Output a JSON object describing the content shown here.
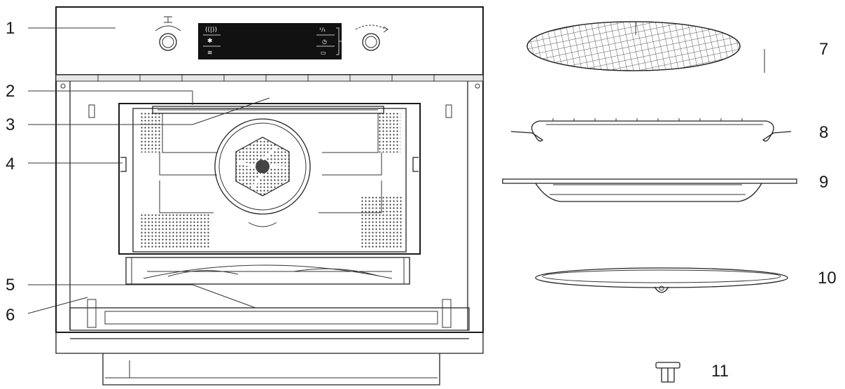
{
  "diagram": {
    "control_panel": {
      "display": {
        "left_symbols": [
          "((|))",
          "✱",
          "≋"
        ],
        "right_symbols": [
          "¹/₁",
          "◷",
          "▭"
        ]
      }
    },
    "labels": [
      {
        "id": "1",
        "text": "1"
      },
      {
        "id": "2",
        "text": "2"
      },
      {
        "id": "3",
        "text": "3"
      },
      {
        "id": "4",
        "text": "4"
      },
      {
        "id": "5",
        "text": "5"
      },
      {
        "id": "6",
        "text": "6"
      },
      {
        "id": "7",
        "text": "7"
      },
      {
        "id": "8",
        "text": "8"
      },
      {
        "id": "9",
        "text": "9"
      },
      {
        "id": "10",
        "text": "10"
      },
      {
        "id": "11",
        "text": "11"
      }
    ]
  }
}
